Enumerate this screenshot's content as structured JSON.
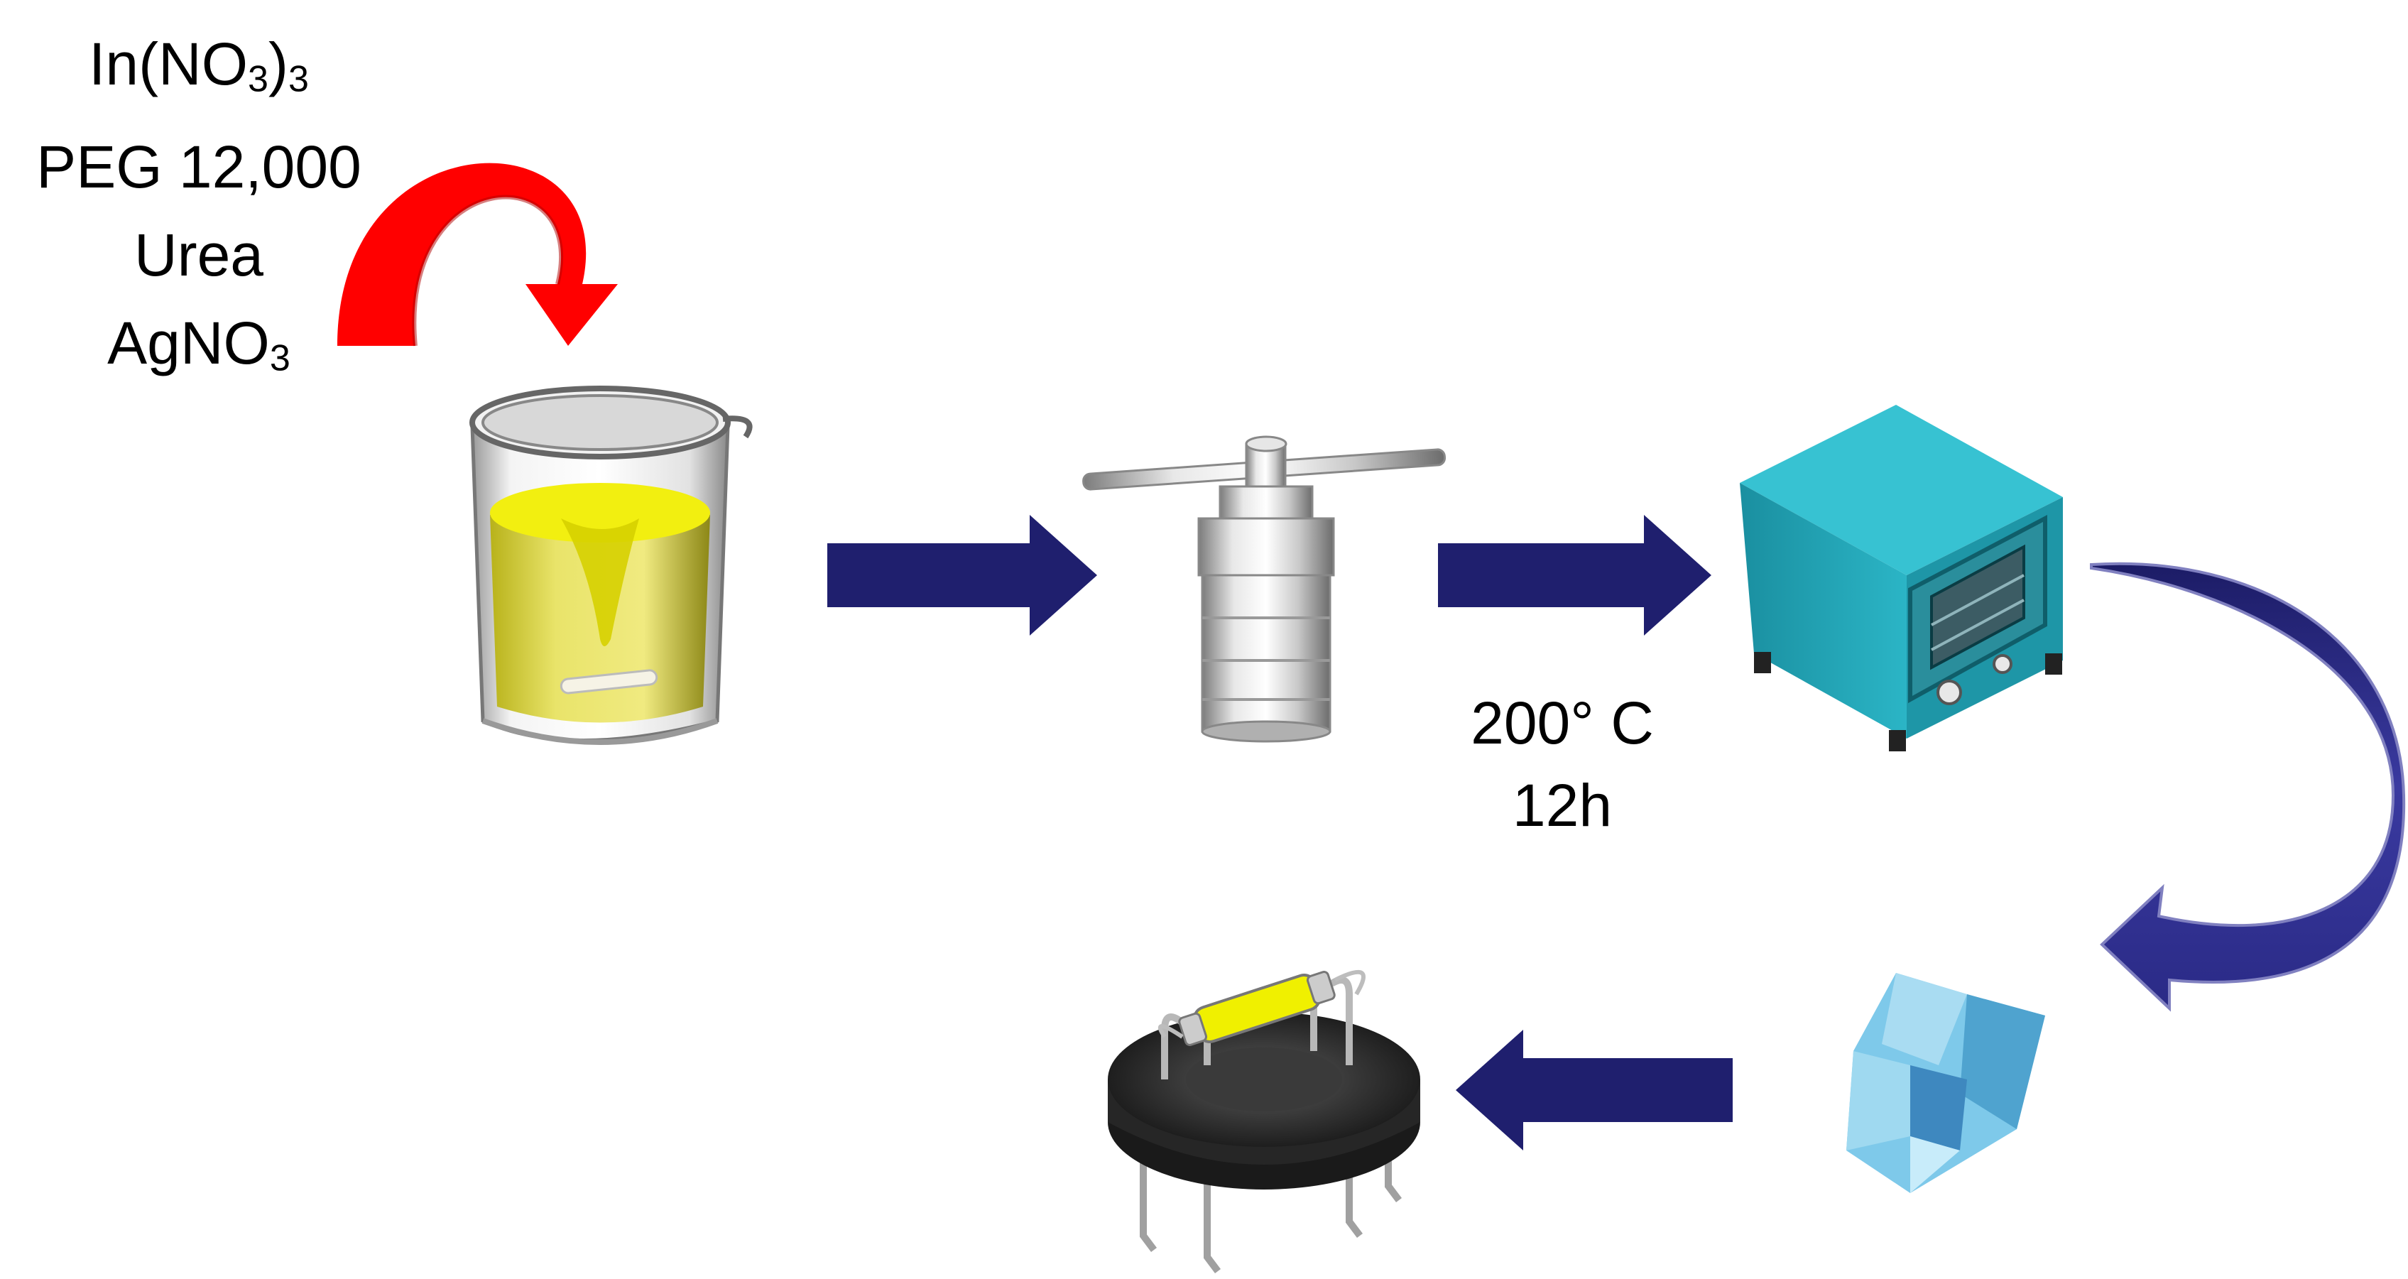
{
  "reagents": [
    {
      "text": "In(NO",
      "sub": "3",
      "tail": ")",
      "sub2": "3"
    },
    {
      "text": "PEG 12,000"
    },
    {
      "text": "Urea"
    },
    {
      "text": "AgNO",
      "sub": "3"
    }
  ],
  "conditions": {
    "temperature": "200°  C",
    "time": "12h"
  },
  "colors": {
    "arrow": "#1f1f6e",
    "add_arrow": "#ff0000",
    "solution": "#f5f020",
    "autoclave": "#c9c9c9",
    "oven": "#1ea3b4",
    "crystal": "#6fc3e8",
    "sensor_base": "#2a2a2a",
    "sensor_tube": "#f0f000"
  },
  "icons": [
    "beaker-icon",
    "autoclave-icon",
    "oven-icon",
    "crystal-icon",
    "gas-sensor-icon"
  ]
}
